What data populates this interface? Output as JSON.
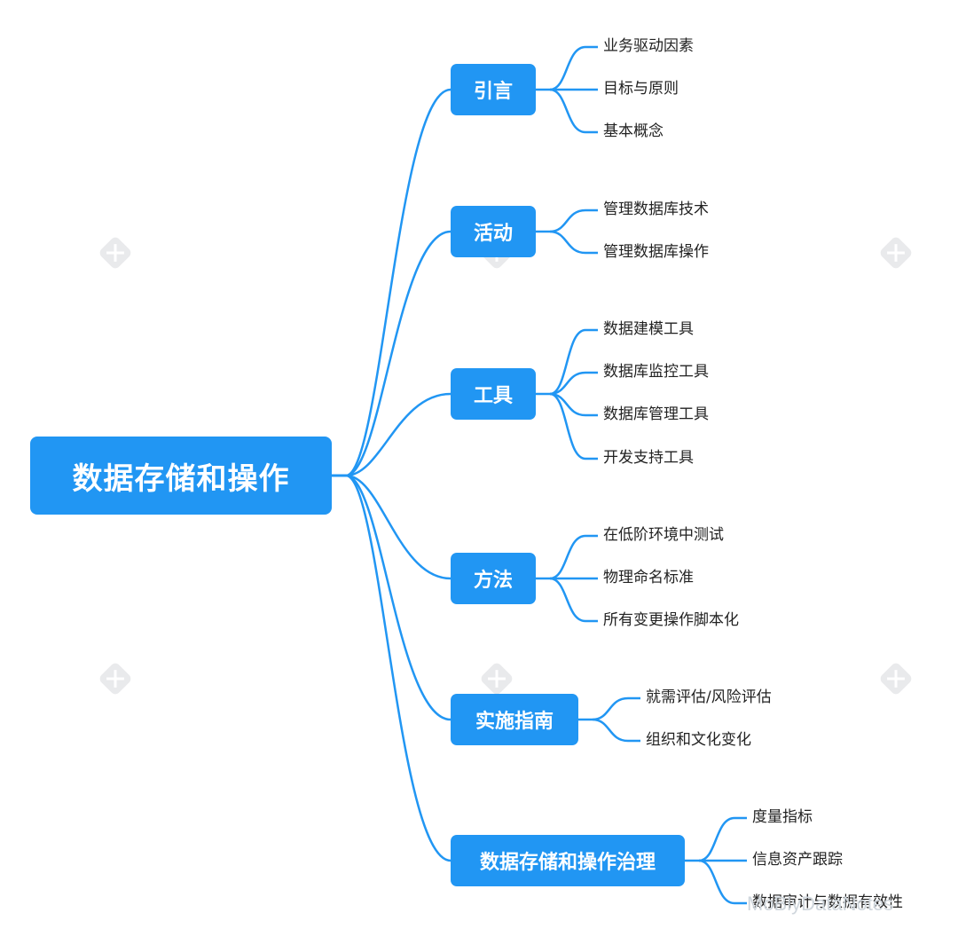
{
  "root": {
    "label": "数据存储和操作"
  },
  "colors": {
    "accent": "#2196f3",
    "line": "#2196f3",
    "leaf_text": "#222222"
  },
  "branches": [
    {
      "label": "引言",
      "leaves": [
        "业务驱动因素",
        "目标与原则",
        "基本概念"
      ]
    },
    {
      "label": "活动",
      "leaves": [
        "管理数据库技术",
        "管理数据库操作"
      ]
    },
    {
      "label": "工具",
      "leaves": [
        "数据建模工具",
        "数据库监控工具",
        "数据库管理工具",
        "开发支持工具"
      ]
    },
    {
      "label": "方法",
      "leaves": [
        "在低阶环境中测试",
        "物理命名标准",
        "所有变更操作脚本化"
      ]
    },
    {
      "label": "实施指南",
      "leaves": [
        "就需评估/风险评估",
        "组织和文化变化"
      ]
    },
    {
      "label": "数据存储和操作治理",
      "leaves": [
        "度量指标",
        "信息资产跟踪",
        "数据审计与数据有效性"
      ]
    }
  ],
  "watermark": {
    "brand": "XMind",
    "footer_text": "MoBlyDataNotes"
  }
}
